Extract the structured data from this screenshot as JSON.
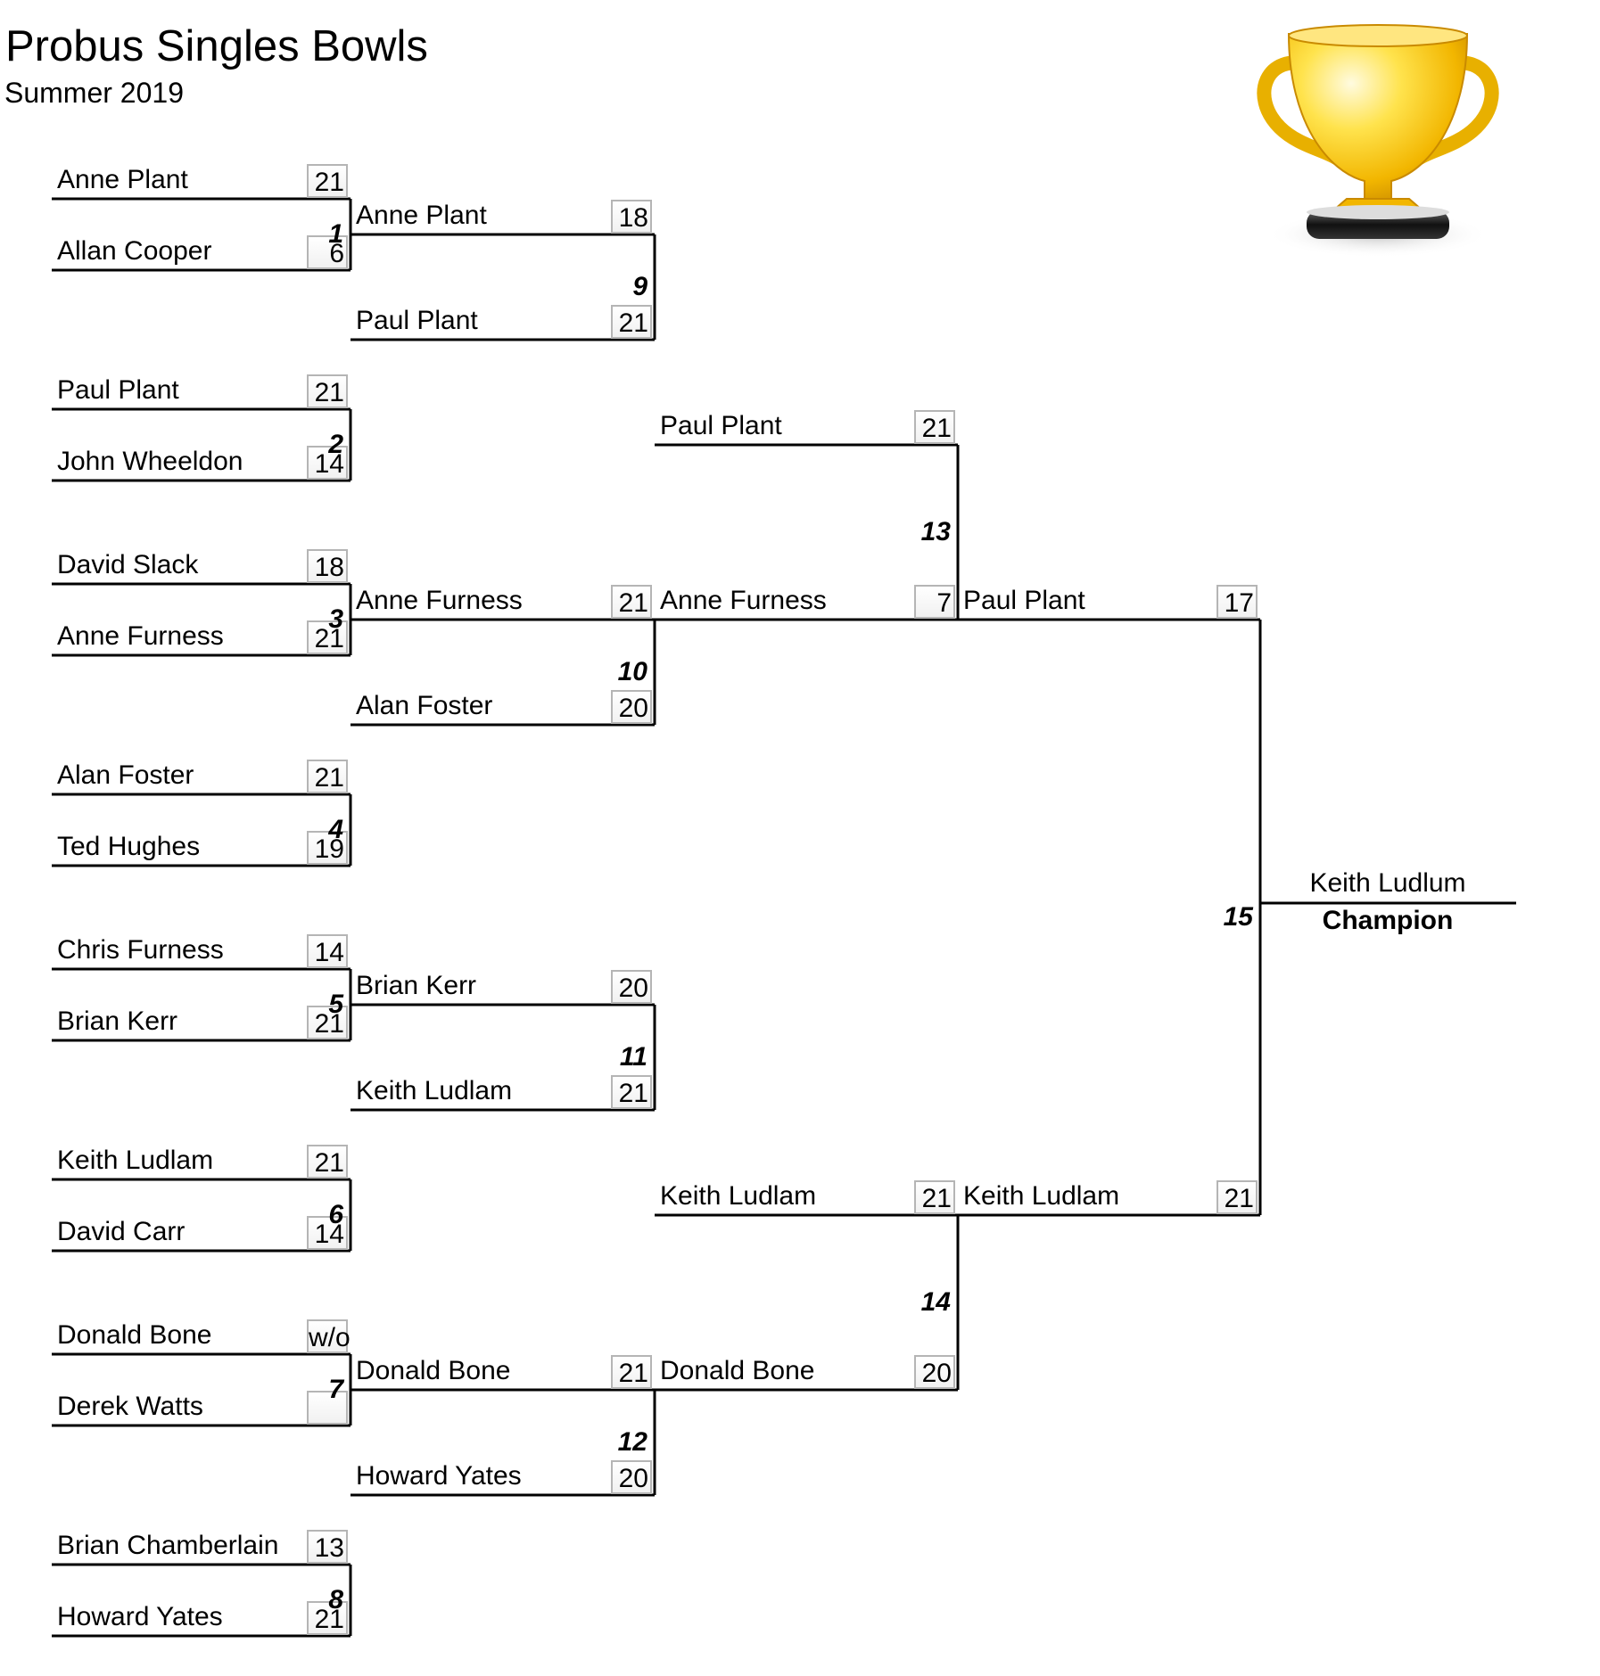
{
  "header": {
    "title": "Probus Singles Bowls",
    "subtitle": "Summer 2019"
  },
  "trophy_icon": "trophy-icon",
  "round1": [
    {
      "match": "1",
      "top": {
        "name": "Anne Plant",
        "score": "21"
      },
      "bottom": {
        "name": "Allan Cooper",
        "score": "6"
      }
    },
    {
      "match": "2",
      "top": {
        "name": "Paul Plant",
        "score": "21"
      },
      "bottom": {
        "name": "John Wheeldon",
        "score": "14"
      }
    },
    {
      "match": "3",
      "top": {
        "name": "David Slack",
        "score": "18"
      },
      "bottom": {
        "name": "Anne Furness",
        "score": "21"
      }
    },
    {
      "match": "4",
      "top": {
        "name": "Alan Foster",
        "score": "21"
      },
      "bottom": {
        "name": "Ted Hughes",
        "score": "19"
      }
    },
    {
      "match": "5",
      "top": {
        "name": "Chris Furness",
        "score": "14"
      },
      "bottom": {
        "name": "Brian Kerr",
        "score": "21"
      }
    },
    {
      "match": "6",
      "top": {
        "name": "Keith Ludlam",
        "score": "21"
      },
      "bottom": {
        "name": "David Carr",
        "score": "14"
      }
    },
    {
      "match": "7",
      "top": {
        "name": "Donald Bone",
        "score": "w/o"
      },
      "bottom": {
        "name": "Derek Watts",
        "score": ""
      }
    },
    {
      "match": "8",
      "top": {
        "name": "Brian Chamberlain",
        "score": "13"
      },
      "bottom": {
        "name": "Howard Yates",
        "score": "21"
      }
    }
  ],
  "round2": [
    {
      "match": "9",
      "top": {
        "name": "Anne Plant",
        "score": "18"
      },
      "bottom": {
        "name": "Paul Plant",
        "score": "21"
      }
    },
    {
      "match": "10",
      "top": {
        "name": "Anne Furness",
        "score": "21"
      },
      "bottom": {
        "name": "Alan Foster",
        "score": "20"
      }
    },
    {
      "match": "11",
      "top": {
        "name": "Brian Kerr",
        "score": "20"
      },
      "bottom": {
        "name": "Keith Ludlam",
        "score": "21"
      }
    },
    {
      "match": "12",
      "top": {
        "name": "Donald Bone",
        "score": "21"
      },
      "bottom": {
        "name": "Howard Yates",
        "score": "20"
      }
    }
  ],
  "round3": [
    {
      "match": "13",
      "top": {
        "name": "Paul Plant",
        "score": "21"
      },
      "bottom": {
        "name": "Anne Furness",
        "score": "7"
      }
    },
    {
      "match": "14",
      "top": {
        "name": "Keith Ludlam",
        "score": "21"
      },
      "bottom": {
        "name": "Donald Bone",
        "score": "20"
      }
    }
  ],
  "round4": [
    {
      "match": "15",
      "top": {
        "name": "Paul Plant",
        "score": "17"
      },
      "bottom": {
        "name": "Keith Ludlam",
        "score": "21"
      }
    }
  ],
  "champion": {
    "name": "Keith Ludlum",
    "label": "Champion"
  },
  "colors": {
    "trophy_gold": "#f5c518",
    "line": "#000000",
    "score_border": "#b5b5b5"
  }
}
